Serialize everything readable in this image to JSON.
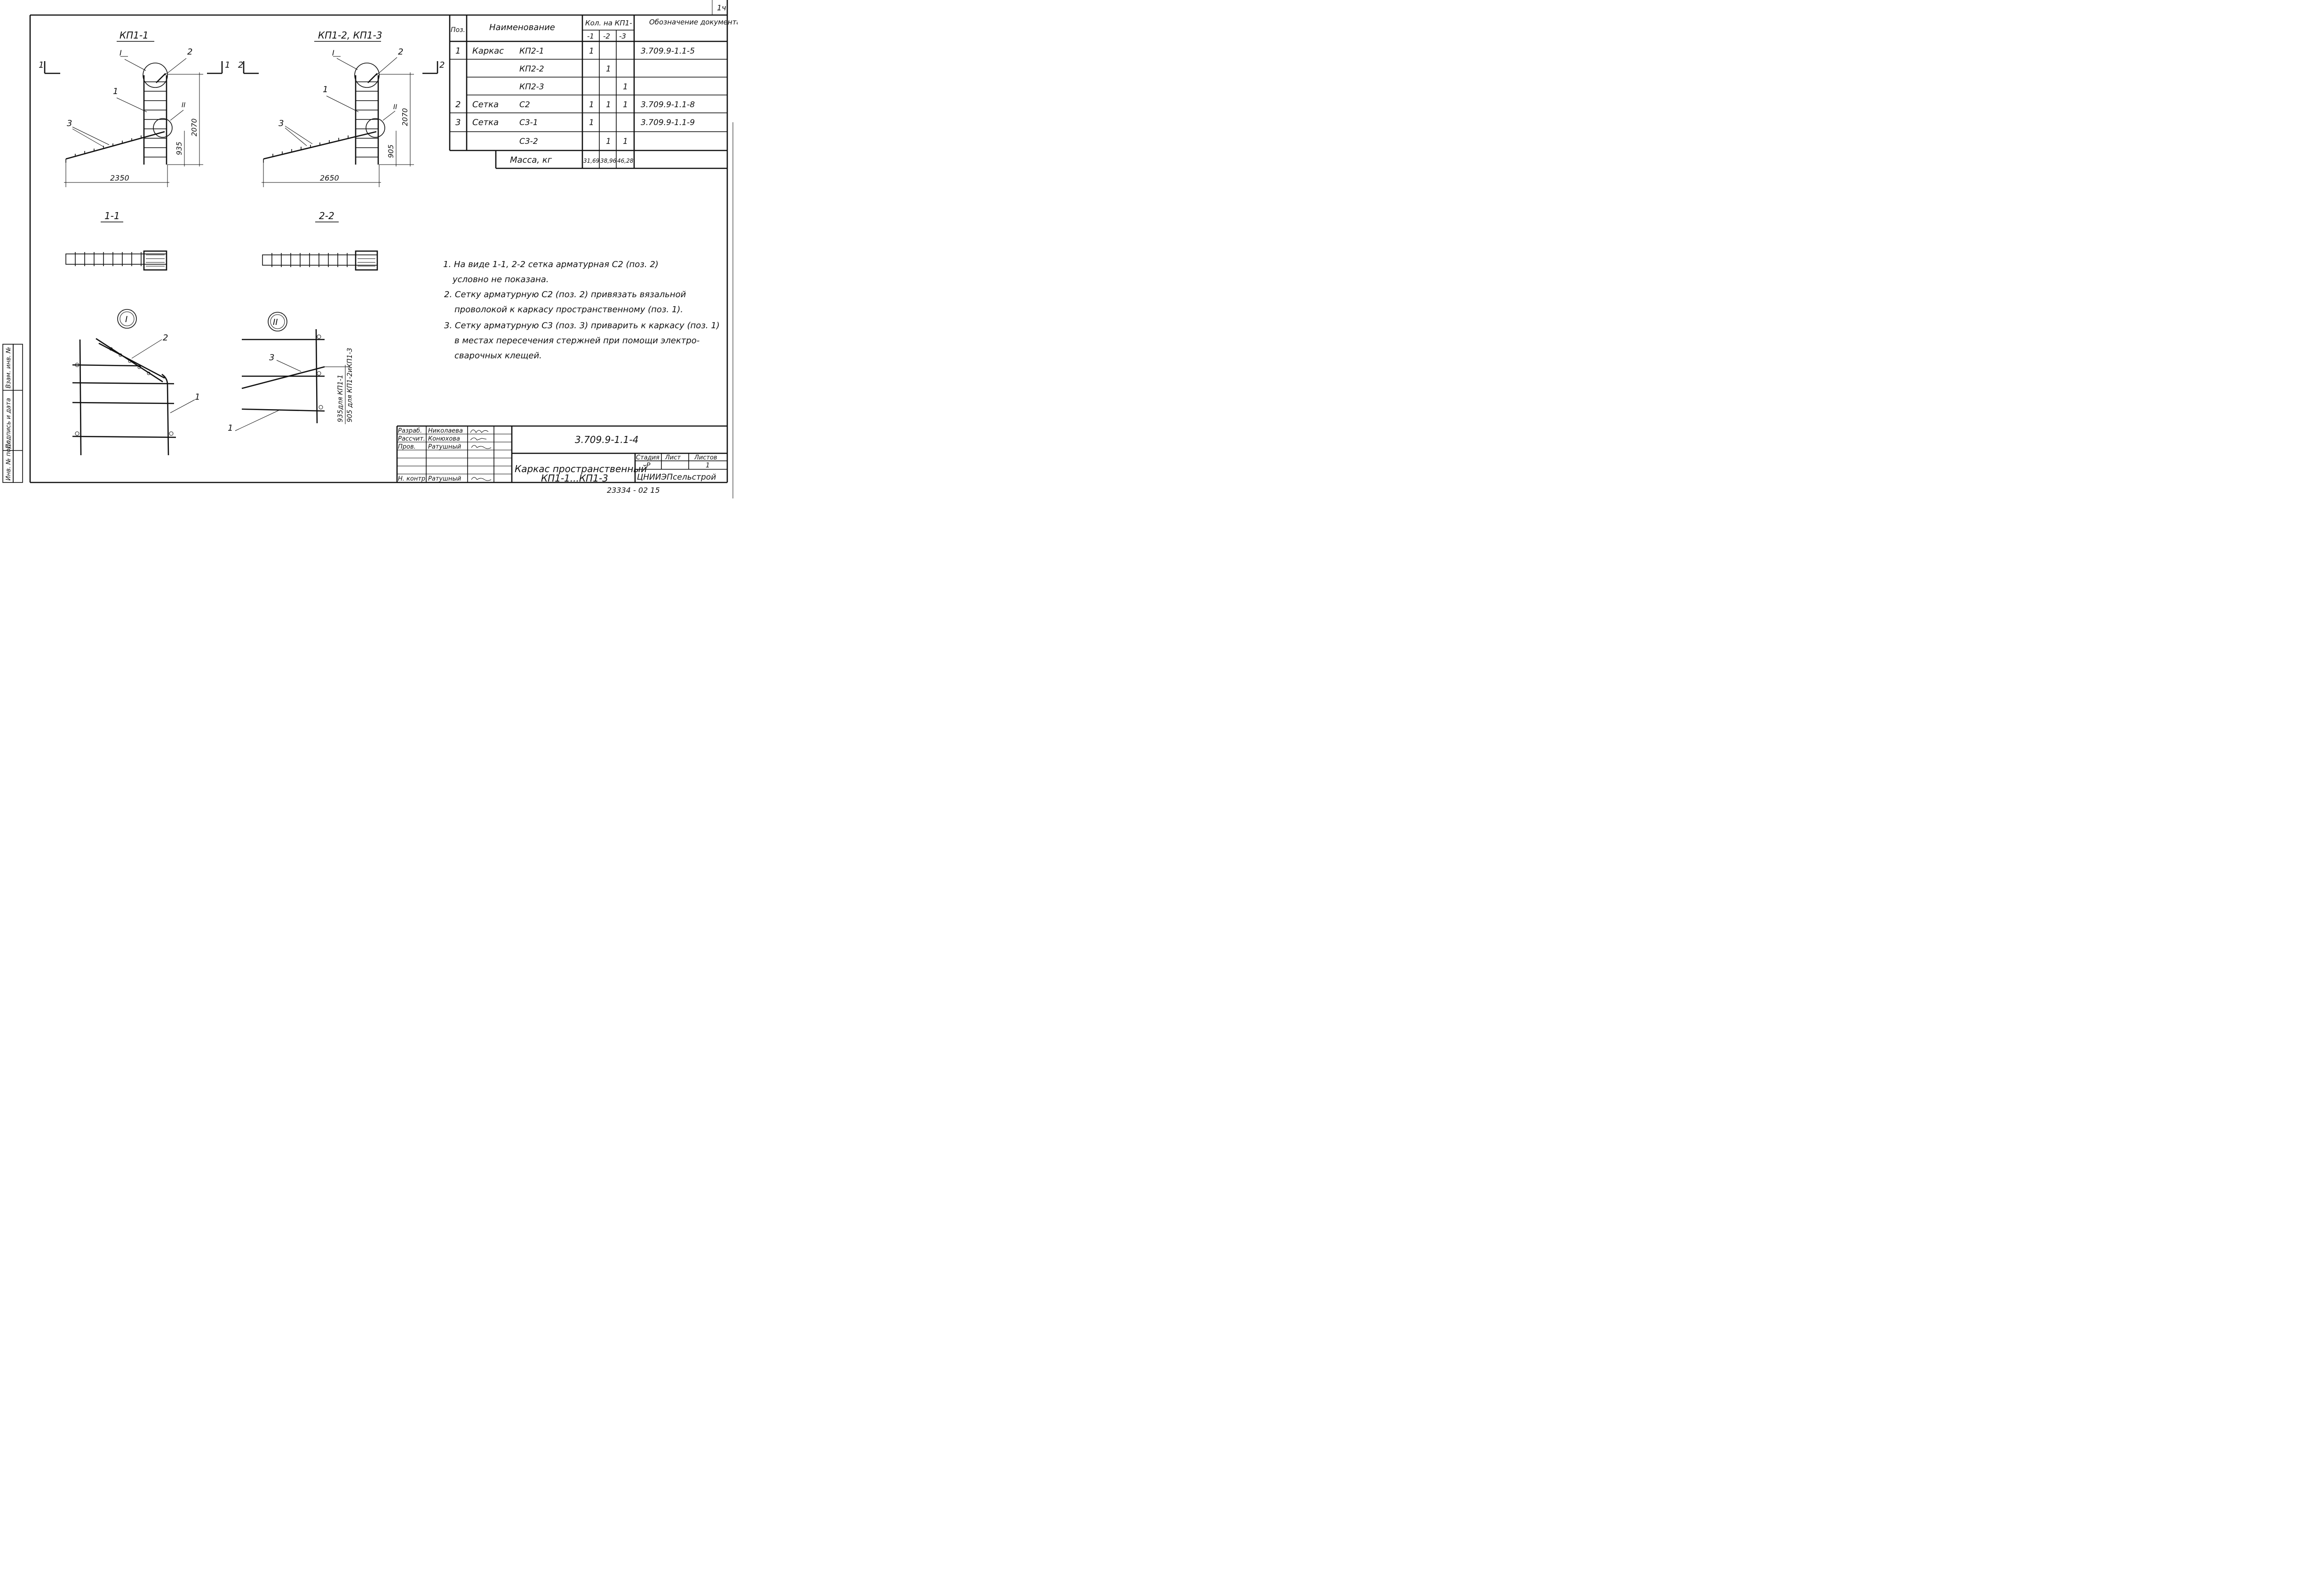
{
  "sheet": {
    "corner_number": "1ч",
    "bottom_number": "23334 - 02   15"
  },
  "views": {
    "kp1_1": {
      "title": "КП1-1",
      "dim_length": "2350",
      "dim_height": "2070",
      "dim_mid": "935"
    },
    "kp1_2": {
      "title": "КП1-2, КП1-3",
      "dim_length": "2650",
      "dim_height": "2070",
      "dim_mid": "905"
    },
    "section_1": "1-1",
    "section_2": "2-2",
    "detail_1": "I",
    "detail_2": "II",
    "cut_1": "1",
    "cut_2": "2",
    "callout_1": "1",
    "callout_2": "2",
    "callout_3": "3",
    "detail2_note_a": "935для КП1-1",
    "detail2_note_b": "905 для КП1-2иКП1-3"
  },
  "spec": {
    "header": {
      "pos": "Поз.",
      "name": "Наименование",
      "qty": "Кол. на КП1-",
      "q1": "-1",
      "q2": "-2",
      "q3": "-3",
      "doc": "Обозначение документа"
    },
    "rows": [
      {
        "pos": "1",
        "name": "Каркас",
        "mark": "КП2-1",
        "q1": "1",
        "q2": "",
        "q3": "",
        "doc": "3.709.9-1.1-5"
      },
      {
        "pos": "",
        "name": "",
        "mark": "КП2-2",
        "q1": "",
        "q2": "1",
        "q3": "",
        "doc": ""
      },
      {
        "pos": "",
        "name": "",
        "mark": "КП2-3",
        "q1": "",
        "q2": "",
        "q3": "1",
        "doc": ""
      },
      {
        "pos": "2",
        "name": "Сетка",
        "mark": "С2",
        "q1": "1",
        "q2": "1",
        "q3": "1",
        "doc": "3.709.9-1.1-8"
      },
      {
        "pos": "3",
        "name": "Сетка",
        "mark": "С3-1",
        "q1": "1",
        "q2": "",
        "q3": "",
        "doc": "3.709.9-1.1-9"
      },
      {
        "pos": "",
        "name": "",
        "mark": "С3-2",
        "q1": "",
        "q2": "1",
        "q3": "1",
        "doc": ""
      }
    ],
    "mass": {
      "label": "Масса, кг",
      "q1": "31,69",
      "q2": "38,96",
      "q3": "46,28"
    }
  },
  "notes": [
    "1. На виде 1-1, 2-2 сетка арматурная С2 (поз. 2)",
    "условно не показана.",
    "2. Сетку арматурную С2 (поз. 2) привязать вязальной",
    "проволокой к каркасу пространственному (поз. 1).",
    "3. Сетку арматурную С3 (поз. 3) приварить к каркасу (поз. 1)",
    "в местах пересечения стержней при помощи электро-",
    "сварочных клещей."
  ],
  "title_block": {
    "roles": [
      {
        "role": "Разраб.",
        "name": "Николаева"
      },
      {
        "role": "Рассчит.",
        "name": "Конюхова"
      },
      {
        "role": "Пров.",
        "name": "Ратушный"
      },
      {
        "role": "",
        "name": ""
      },
      {
        "role": "",
        "name": ""
      },
      {
        "role": "",
        "name": ""
      },
      {
        "role": "Н. контр.",
        "name": "Ратушный"
      }
    ],
    "doc_code": "3.709.9-1.1-4",
    "title_line1": "Каркас пространственный",
    "title_line2": "КП1-1...КП1-3",
    "stage_label": "Стадия",
    "sheet_label": "Лист",
    "sheets_label": "Листов",
    "stage": "Р",
    "sheets": "1",
    "org": "ЦНИИЭПсельстрой"
  },
  "side_stamp": [
    "Инв. № подл.",
    "Подпись и дата",
    "Взам. инв. №"
  ]
}
